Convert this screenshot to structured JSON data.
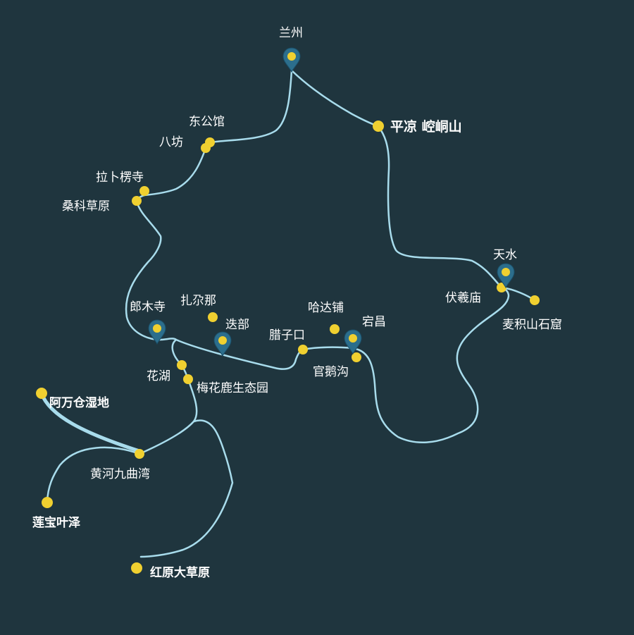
{
  "map": {
    "places": {
      "lanzhou": "兰州",
      "pingliang": "平凉 崆峒山",
      "donggongguan": "东公馆",
      "bafang": "八坊",
      "labuleng": "拉卜楞寺",
      "sangke": "桑科草原",
      "langmusi": "郎木寺",
      "zhaganna": "扎尕那",
      "diebu": "迭部",
      "hadapu": "哈达铺",
      "dangchang": "宕昌",
      "lazikou": "腊子口",
      "guanegou": "官鹅沟",
      "tianshui": "天水",
      "fuximiao": "伏羲庙",
      "maijishan": "麦积山石窟",
      "huahu": "花湖",
      "meihualu": "梅花鹿生态园",
      "awancang": "阿万仓湿地",
      "huanghe": "黄河九曲湾",
      "lianbao": "莲宝叶泽",
      "hongyuan": "红原大草原"
    },
    "colors": {
      "background": "#1f353e",
      "route": "#a8dcec",
      "dot": "#f0d030",
      "pin": "#2c6e8c",
      "text": "#ffffff"
    }
  }
}
